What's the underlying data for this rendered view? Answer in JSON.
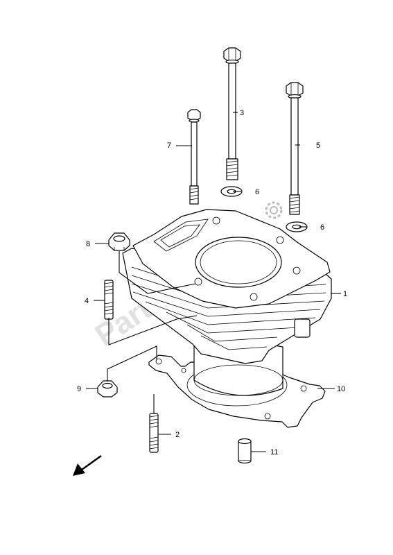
{
  "diagram": {
    "watermark": "PartsRepublik",
    "callouts": [
      {
        "id": "1",
        "label": "1"
      },
      {
        "id": "2",
        "label": "2"
      },
      {
        "id": "3",
        "label": "3"
      },
      {
        "id": "4",
        "label": "4"
      },
      {
        "id": "5",
        "label": "5"
      },
      {
        "id": "6a",
        "label": "6"
      },
      {
        "id": "6b",
        "label": "6"
      },
      {
        "id": "7",
        "label": "7"
      },
      {
        "id": "8",
        "label": "8"
      },
      {
        "id": "9",
        "label": "9"
      },
      {
        "id": "10",
        "label": "10"
      },
      {
        "id": "11",
        "label": "11"
      }
    ]
  }
}
